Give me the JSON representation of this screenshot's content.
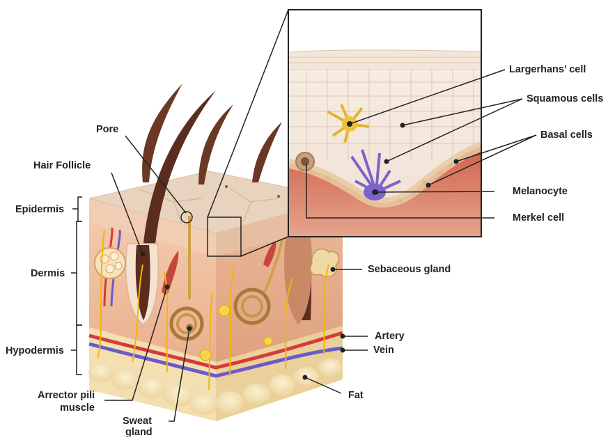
{
  "labels": {
    "pore": "Pore",
    "hair_follicle": "Hair Follicle",
    "epidermis": "Epidermis",
    "dermis": "Dermis",
    "hypodermis": "Hypodermis",
    "arrector_pili_1": "Arrector pili",
    "arrector_pili_2": "muscle",
    "sweat_gland_1": "Sweat",
    "sweat_gland_2": "gland",
    "langerhans": "Largerhans’ cell",
    "squamous": "Squamous cells",
    "basal": "Basal cells",
    "melanocyte": "Melanocyte",
    "merkel": "Merkel cell",
    "sebaceous": "Sebaceous gland",
    "artery": "Artery",
    "vein": "Vein",
    "fat": "Fat"
  },
  "colors": {
    "epidermis_top": "#e8d3be",
    "dermis": "#f0c3a2",
    "hypodermis": "#f6e3bf",
    "fat": "#f3e2b6",
    "hair": "#5a2d1e",
    "nerve": "#f2b705",
    "artery": "#d63a3a",
    "vein": "#6a5ac8",
    "inset_dermis": "#c9614c",
    "label_line": "#222222"
  },
  "icons": [
    "skin-block-illustration",
    "magnified-epidermis-inset",
    "langerhans-cell-icon",
    "melanocyte-icon",
    "merkel-cell-icon"
  ]
}
